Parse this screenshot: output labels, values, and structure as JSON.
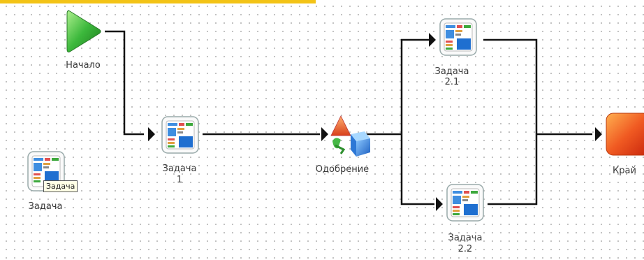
{
  "palette": {
    "start_shape": "play-triangle-icon",
    "task_shape": "task-form-icon",
    "approval_shape": "approval-shapes-icon",
    "end_shape": "stop-square-icon"
  },
  "nodes": {
    "start": {
      "label": "Начало"
    },
    "task1": {
      "label_line1": "Задача",
      "label_line2": "1"
    },
    "approval": {
      "label": "Одобрение"
    },
    "task21": {
      "label_line1": "Задача",
      "label_line2": "2.1"
    },
    "task22": {
      "label_line1": "Задача",
      "label_line2": "2.2"
    },
    "end": {
      "label": "Край"
    },
    "toolbox_task": {
      "label": "Задача",
      "tooltip": "Задача"
    }
  },
  "colors": {
    "accent_bar": "#f3c316",
    "start_green": "#3cb83c",
    "end_red": "#e8401c",
    "wire": "#111111"
  }
}
